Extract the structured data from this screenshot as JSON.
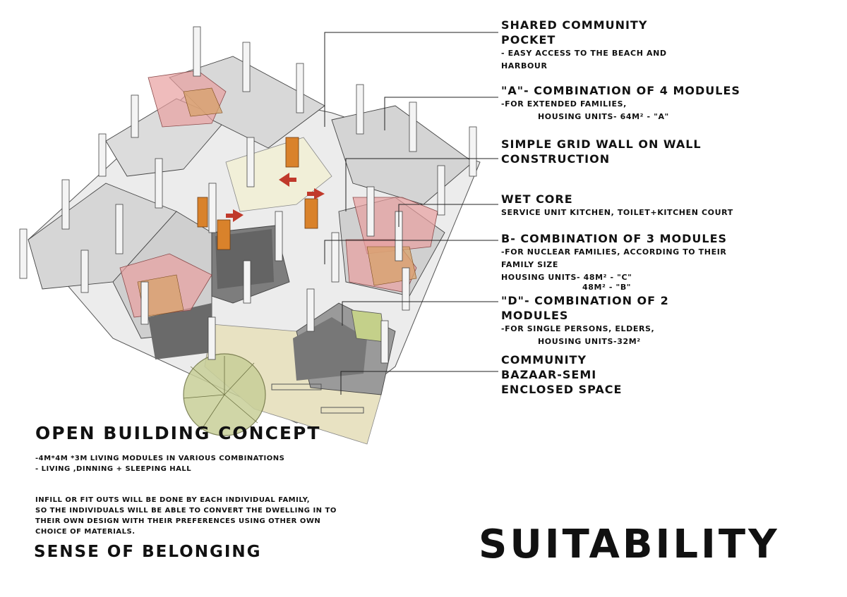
{
  "callouts": {
    "pocket": {
      "title": "SHARED COMMUNITY POCKET",
      "line1": "- EASY ACCESS TO THE BEACH AND",
      "line2": "HARBOUR"
    },
    "combo_a": {
      "title": "\"A\"- COMBINATION OF 4 MODULES",
      "line1": "-FOR EXTENDED FAMILIES,",
      "line2": "HOUSING UNITS- 64M² - \"A\""
    },
    "grid": {
      "line1": "SIMPLE GRID WALL ON WALL",
      "line2": "CONSTRUCTION"
    },
    "wet_core": {
      "title": "WET CORE",
      "line1": "SERVICE UNIT KITCHEN, TOILET+KITCHEN COURT"
    },
    "combo_b": {
      "title": "B- COMBINATION OF 3 MODULES",
      "line1": "-FOR NUCLEAR FAMILIES, ACCORDING TO THEIR",
      "line2": "FAMILY SIZE",
      "line3": "HOUSING UNITS- 48M² - \"C\"",
      "line4": "48M² - \"B\""
    },
    "combo_d": {
      "line1": "\"D\"- COMBINATION OF 2",
      "line2": "MODULES",
      "line3": "-FOR SINGLE PERSONS, ELDERS,",
      "line4": "HOUSING UNITS-32M²"
    },
    "bazaar": {
      "line1": "COMMUNITY",
      "line2": "BAZAAR-SEMI",
      "line3": "ENCLOSED SPACE"
    }
  },
  "open_building": {
    "title": "OPEN BUILDING CONCEPT",
    "note1": "-4M*4M *3M LIVING MODULES  IN VARIOUS COMBINATIONS",
    "note2": "- LIVING ,DINNING + SLEEPING HALL",
    "infill1": "INFILL OR FIT OUTS WILL BE DONE BY EACH INDIVIDUAL FAMILY,",
    "infill2": "SO THE INDIVIDUALS WILL BE ABLE TO CONVERT THE DWELLING IN TO",
    "infill3": "THEIR OWN DESIGN WITH THEIR PREFERENCES USING OTHER OWN",
    "infill4": "CHOICE OF MATERIALS.",
    "belonging": "SENSE OF BELONGING"
  },
  "headline": "SUITABILITY",
  "colors": {
    "wall": "#d9d9d9",
    "wall_dark": "#8f8f8f",
    "floor": "#f2f2ee",
    "path": "#ece6c8",
    "wet_core_pink": "#e8a0a0",
    "door_orange": "#d9822b",
    "tree_green": "#a8b87a",
    "arrow_red": "#c0392b"
  }
}
